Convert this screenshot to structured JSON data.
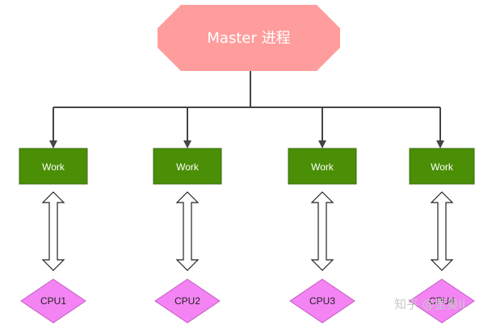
{
  "colors": {
    "master_fill": "#FF9D9D",
    "master_text": "#FFFFFF",
    "work_fill": "#4A8F06",
    "work_stroke": "#3D6B10",
    "work_text": "#FFFFFF",
    "cpu_fill": "#F484F4",
    "cpu_stroke": "#C25CC2",
    "connector": "#444444",
    "watermark": "#C8C8C8"
  },
  "master": {
    "label": "Master 进程",
    "shape": "octagon"
  },
  "workers": [
    {
      "label": "Work",
      "cpu_label": "CPU1"
    },
    {
      "label": "Work",
      "cpu_label": "CPU2"
    },
    {
      "label": "Work",
      "cpu_label": "CPU3"
    },
    {
      "label": "Work",
      "cpu_label": "CPU4"
    }
  ],
  "edges": {
    "master_to_work": "arrow",
    "work_to_cpu": "double-headed hollow arrow"
  },
  "watermark": {
    "text": "知乎 @里奥ii"
  }
}
